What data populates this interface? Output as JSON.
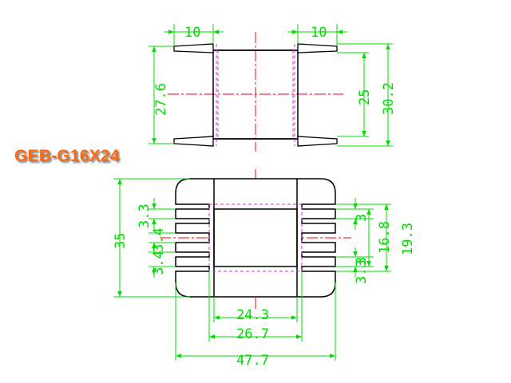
{
  "title": "GEB-G16X24",
  "colors": {
    "outline": "#000000",
    "dimension": "#00dd00",
    "centerline": "#ff0000",
    "hidden": "#cc33cc",
    "title": "#ff6a10"
  },
  "top_view": {
    "flange_left": "10",
    "flange_right": "10",
    "height_left": "27.6",
    "inner_right": "25",
    "outer_right": "30.2"
  },
  "front_view": {
    "overall_height": "35",
    "left_top": "3.3",
    "left_mid": "3.4",
    "left_bottom": "3.4",
    "right_top": "3",
    "right_bottom": "3.3",
    "right_inner": "3",
    "right_window": "16.8",
    "right_outer": "19.3",
    "width_inner": "24.3",
    "width_mid": "26.7",
    "width_overall": "47.7"
  }
}
